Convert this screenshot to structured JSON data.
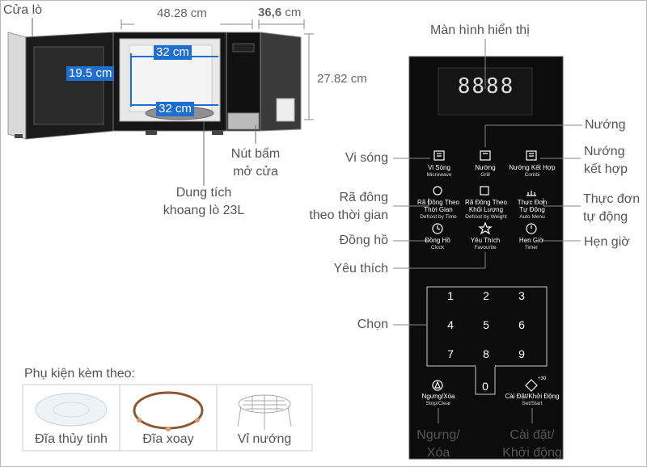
{
  "dims": {
    "width": "48.28 cm",
    "depth": "36,6",
    "depth_unit": "cm",
    "height": "27.82 cm",
    "inner_w": "32 cm",
    "inner_h": "19.5 cm",
    "inner_d": "32 cm"
  },
  "microwave_labels": {
    "door": "Cửa lò",
    "door_button": [
      "Nút bấm",
      "mở cửa"
    ],
    "capacity": [
      "Dung tích",
      "khoang lò 23L"
    ]
  },
  "panel": {
    "display": "Màn hình hiển thị",
    "digits": "8888",
    "buttons": [
      {
        "vi": "Vi Sóng",
        "en": "Microwave",
        "icon": "microwave-icon"
      },
      {
        "vi": "Nướng",
        "en": "Grill",
        "icon": "grill-icon"
      },
      {
        "vi": "Nướng Kết Hợp",
        "en": "Combi",
        "icon": "combi-icon"
      },
      {
        "vi": "Rã Đông Theo Thời Gian",
        "vi1": "Rã Đông Theo",
        "vi2": "Thời Gian",
        "en": "Defrost by Time",
        "icon": "defrost-time-icon"
      },
      {
        "vi": "Rã Đông Theo Khối Lượng",
        "vi1": "Rã Đông Theo",
        "vi2": "Khối Lượng",
        "en": "Defrost by Weight",
        "icon": "defrost-weight-icon"
      },
      {
        "vi": "Thực Đơn Tự Động",
        "vi1": "Thực Đơn",
        "vi2": "Tự Động",
        "en": "Auto Menu",
        "icon": "auto-menu-icon"
      },
      {
        "vi": "Đồng Hồ",
        "en": "Clock",
        "icon": "clock-icon"
      },
      {
        "vi": "Yêu Thích",
        "en": "Favourite",
        "icon": "star-icon"
      },
      {
        "vi": "Hẹn Giờ",
        "en": "Timer",
        "icon": "timer-icon"
      }
    ],
    "keys": [
      "1",
      "2",
      "3",
      "4",
      "5",
      "6",
      "7",
      "8",
      "9",
      "0"
    ],
    "stop": {
      "vi": "Ngưng/Xóa",
      "en": "Stop/Clear"
    },
    "start": {
      "vi": "Cài Đặt/Khởi Động",
      "en": "Set/Start",
      "badge": "+30"
    }
  },
  "callouts": {
    "display": "Màn hình hiển thị",
    "grill": "Nướng",
    "microwave": "Vi sóng",
    "combi": [
      "Nướng",
      "kết hợp"
    ],
    "defrost_time": [
      "Rã đông",
      "theo thời gian"
    ],
    "auto_menu": [
      "Thực đơn",
      "tự động"
    ],
    "clock": "Đồng hồ",
    "timer": "Hẹn giờ",
    "favourite": "Yêu thích",
    "select": "Chọn",
    "stop": [
      "Ngưng/",
      "Xóa"
    ],
    "start": [
      "Cài đặt/",
      "Khởi động"
    ]
  },
  "accessories": {
    "title": "Phụ kiện kèm theo:",
    "items": [
      "Đĩa thủy tinh",
      "Đĩa xoay",
      "Vỉ nướng"
    ]
  }
}
